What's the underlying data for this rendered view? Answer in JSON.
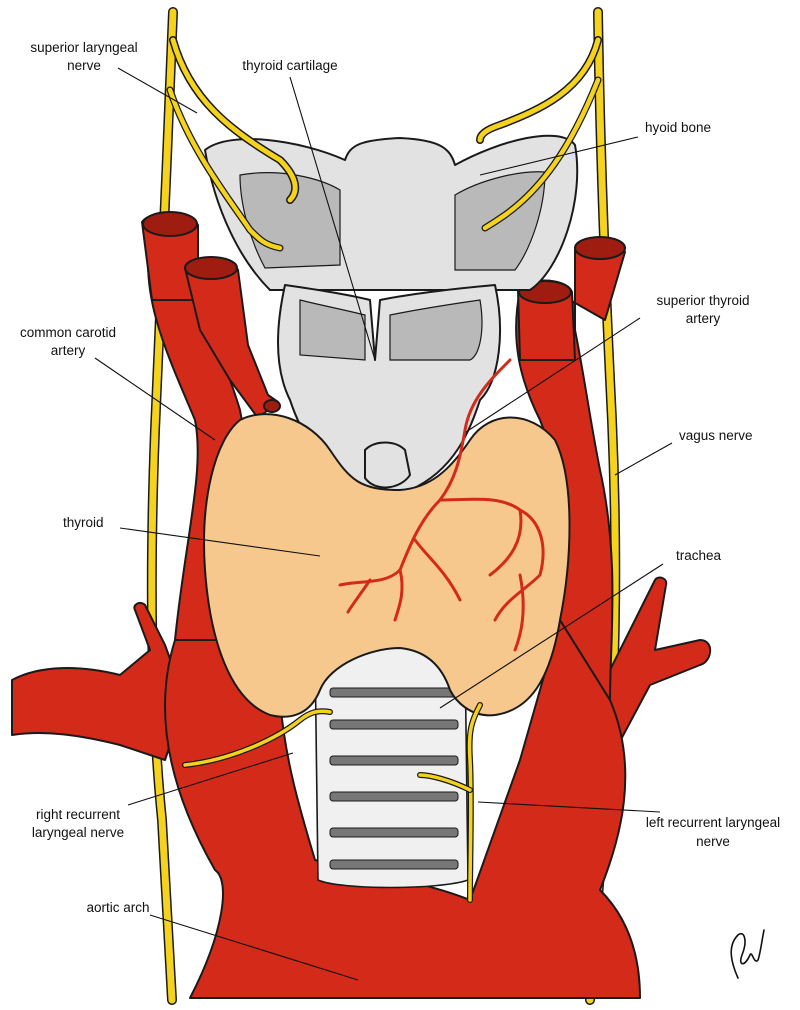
{
  "colors": {
    "artery": "#d42a1a",
    "artery_dark": "#9f1d10",
    "nerve": "#f5d21c",
    "thyroid": "#f6c88d",
    "cartilage": "#e2e2e2",
    "cartilage_dark": "#b9b9b9",
    "outline": "#1a1a1a"
  },
  "labels": {
    "superior_laryngeal_nerve": [
      "superior laryngeal",
      "nerve"
    ],
    "thyroid_cartilage": [
      "thyroid cartilage"
    ],
    "hyoid_bone": [
      "hyoid bone"
    ],
    "superior_thyroid_artery": [
      "superior thyroid",
      "artery"
    ],
    "common_carotid_artery": [
      "common carotid",
      "artery"
    ],
    "vagus_nerve": [
      "vagus nerve"
    ],
    "thyroid": [
      "thyroid"
    ],
    "trachea": [
      "trachea"
    ],
    "right_recurrent_laryngeal_nerve": [
      "right recurrent",
      "laryngeal nerve"
    ],
    "left_recurrent_laryngeal_nerve": [
      "left recurrent laryngeal",
      "nerve"
    ],
    "aortic_arch": [
      "aortic arch"
    ]
  },
  "signature": "Gild"
}
